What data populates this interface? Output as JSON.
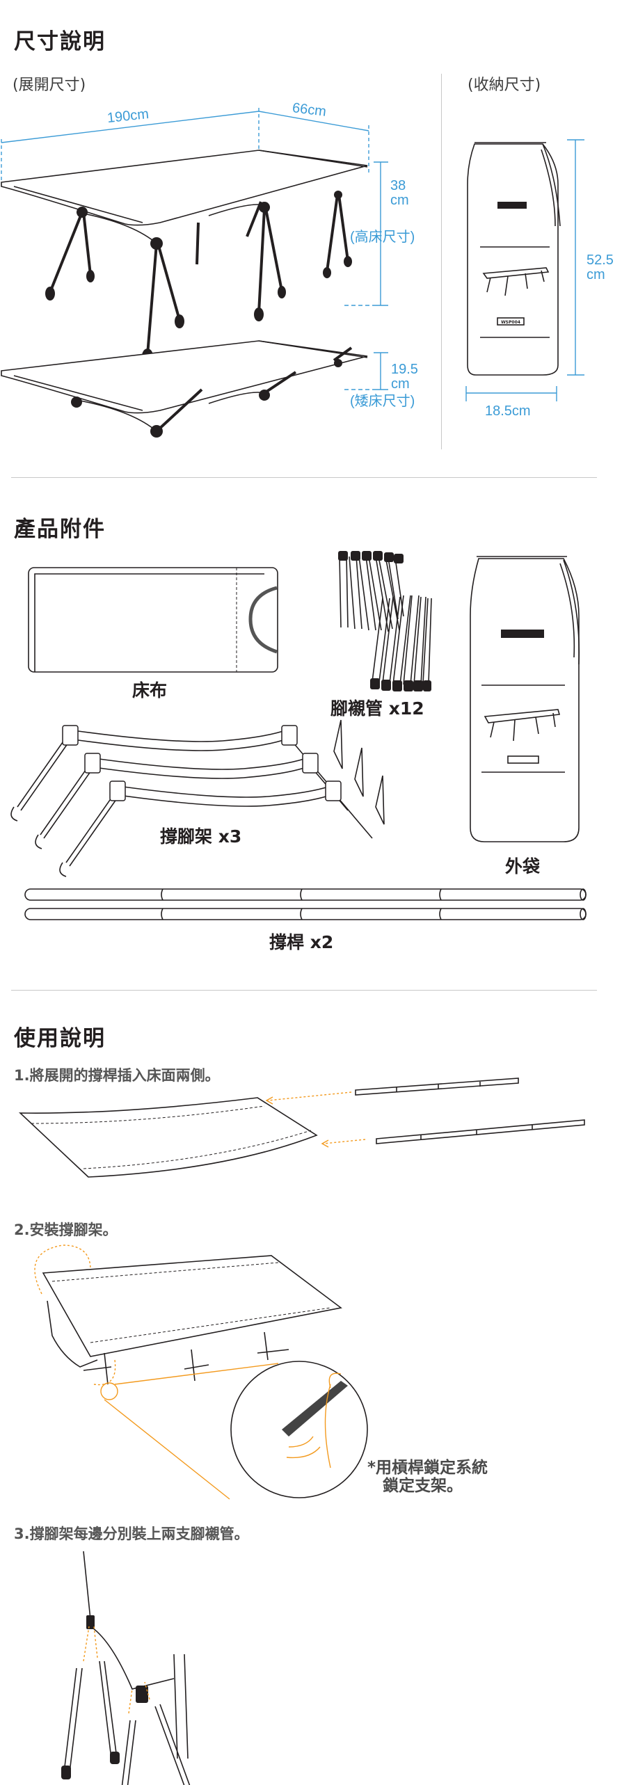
{
  "size_section": {
    "title": "尺寸說明",
    "unfolded_label": "(展開尺寸)",
    "stored_label": "(收納尺寸)",
    "length": "190cm",
    "width": "66cm",
    "high_height_num": "38",
    "high_height_unit": "cm",
    "high_label": "(高床尺寸)",
    "low_height_num": "19.5",
    "low_height_unit": "cm",
    "low_label": "(矮床尺寸)",
    "bag_height_num": "52.5",
    "bag_height_unit": "cm",
    "bag_width": "18.5cm",
    "bag_model": "WSP004"
  },
  "accessories_section": {
    "title": "產品附件",
    "items": [
      {
        "label": "床布"
      },
      {
        "label": "腳襯管 x12"
      },
      {
        "label": "外袋"
      },
      {
        "label": "撐腳架 x3"
      },
      {
        "label": "撐桿 x2"
      }
    ]
  },
  "usage_section": {
    "title": "使用說明",
    "steps": [
      {
        "text": "1.將展開的撐桿插入床面兩側。"
      },
      {
        "text": "2.安裝撐腳架。"
      },
      {
        "text": "3.撐腳架每邊分別裝上兩支腳襯管。"
      }
    ],
    "note_line1": "*用槓桿鎖定系統",
    "note_line2": "鎖定支架。"
  },
  "colors": {
    "ink": "#231f20",
    "dimension_blue": "#3b9bd6",
    "accent_orange": "#f39a1e"
  }
}
